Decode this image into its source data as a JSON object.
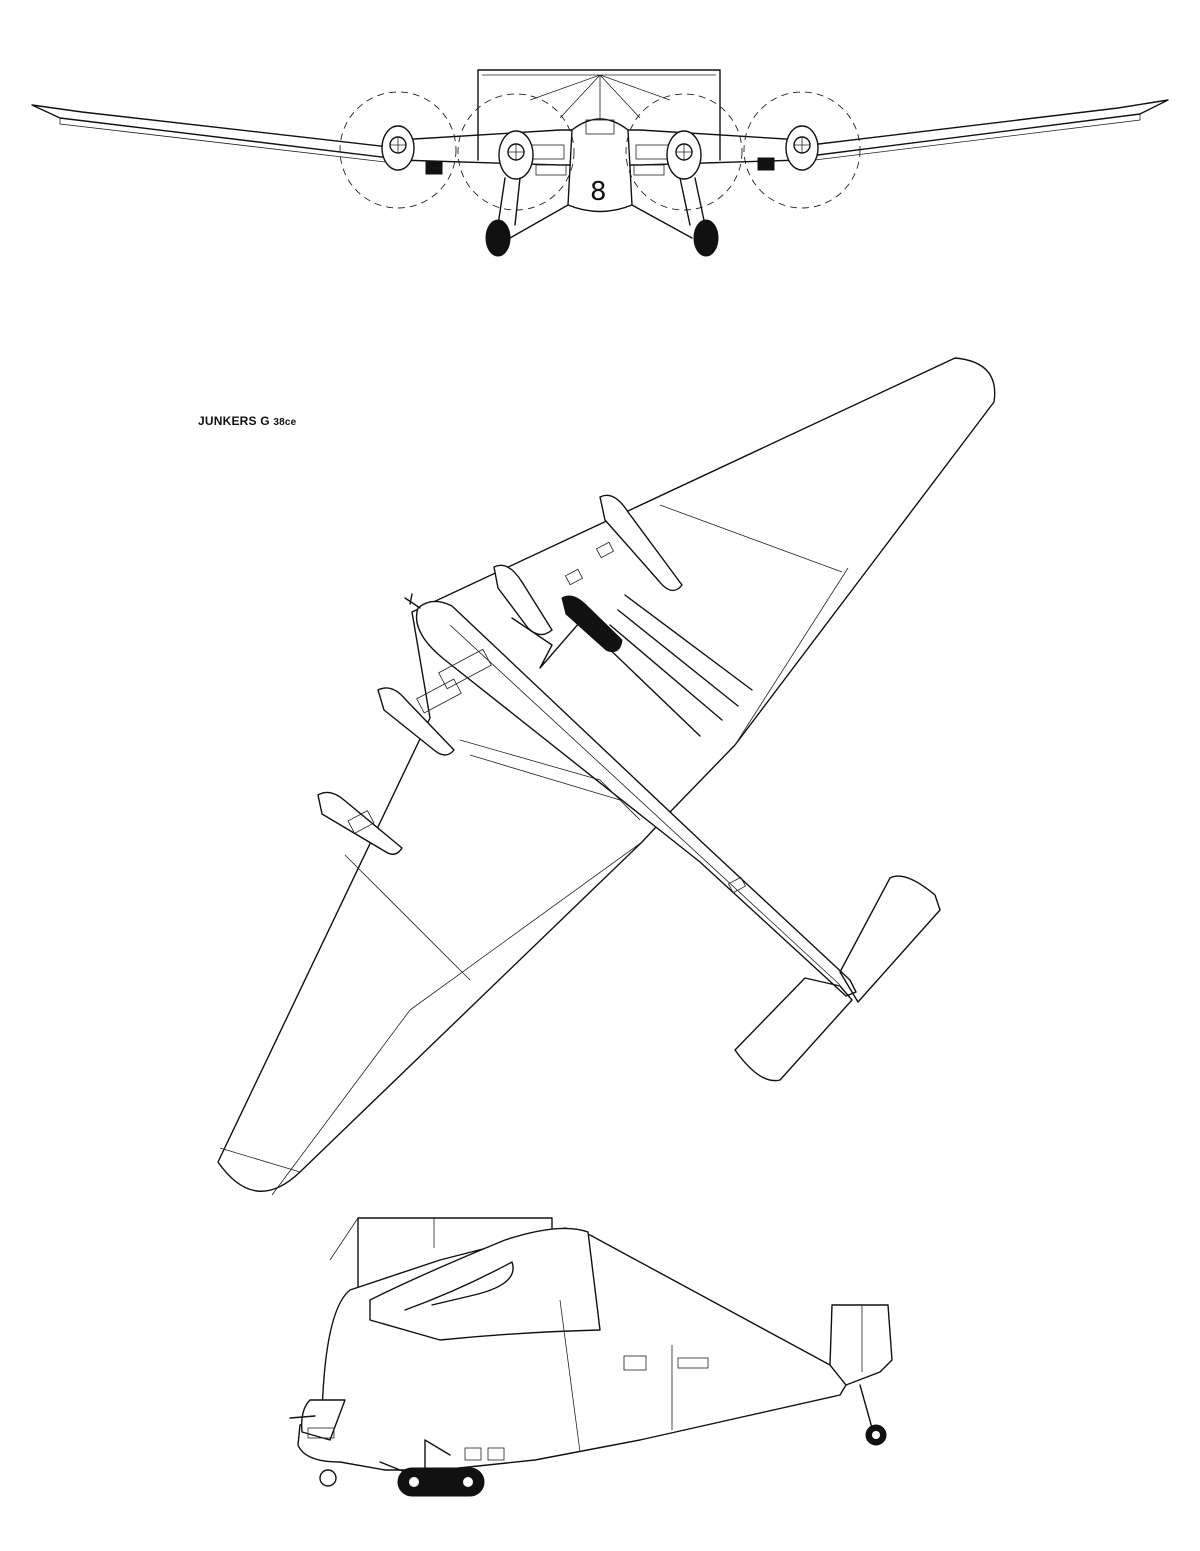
{
  "drawing": {
    "title_main": "JUNKERS G ",
    "title_sub": "38ce",
    "front_view_marking": "8",
    "views": [
      "front-view",
      "plan-view",
      "side-view"
    ],
    "line_color": "#111111",
    "background": "#ffffff"
  }
}
